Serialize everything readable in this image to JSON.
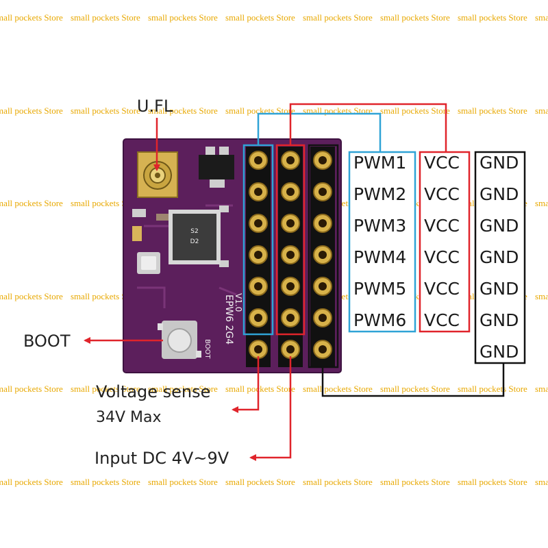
{
  "labels": {
    "ufl": "U.FL",
    "boot": "BOOT",
    "voltage_sense": "Voltage sense",
    "voltage_max": "34V Max",
    "input_dc": "Input DC 4V~9V"
  },
  "board": {
    "silkscreen_model": "EPW6 2G4",
    "silkscreen_version": "V1.0",
    "silkscreen_boot": "BOOT",
    "colors": {
      "pcb": "#5c1f5c",
      "pad": "#d8b24a",
      "header": "#111111"
    }
  },
  "pin_columns": {
    "pwm": [
      "PWM1",
      "PWM2",
      "PWM3",
      "PWM4",
      "PWM5",
      "PWM6"
    ],
    "vcc": [
      "VCC",
      "VCC",
      "VCC",
      "VCC",
      "VCC",
      "VCC"
    ],
    "gnd": [
      "GND",
      "GND",
      "GND",
      "GND",
      "GND",
      "GND",
      "GND"
    ]
  },
  "colors": {
    "pwm": "#2fa3d6",
    "vcc": "#e0242b",
    "gnd": "#111111",
    "arrow": "#e0242b"
  },
  "watermark": {
    "text": "small pockets Store",
    "color": "#e8a800"
  }
}
